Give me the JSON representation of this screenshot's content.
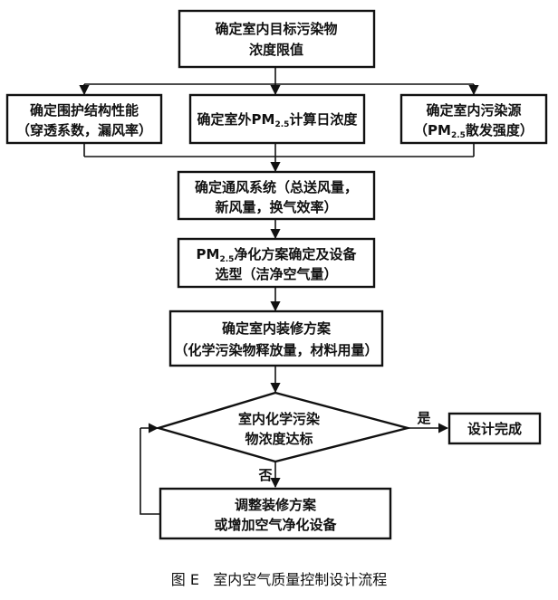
{
  "nodes": {
    "target_limit": {
      "lines": [
        "确定室内目标污染物",
        "浓度限值"
      ]
    },
    "envelope": {
      "lines": [
        "确定围护结构性能",
        "（穿透系数，漏风率）"
      ]
    },
    "outdoor_pm": {
      "prefix": "确定室外PM",
      "sub": "2.5",
      "suffix": "计算日浓度"
    },
    "indoor_source": {
      "line1": "确定室内污染源",
      "line2_prefix": "（PM",
      "line2_sub": "2.5",
      "line2_suffix": "散发强度）"
    },
    "ventilation": {
      "lines": [
        "确定通风系统（总送风量，",
        "新风量，换气效率）"
      ]
    },
    "purification": {
      "line1_prefix": "PM",
      "line1_sub": "2.5",
      "line1_suffix": "净化方案确定及设备",
      "line2": "选型（洁净空气量）"
    },
    "decoration": {
      "lines": [
        "确定室内装修方案",
        "（化学污染物释放量，材料用量）"
      ]
    },
    "decision": {
      "lines": [
        "室内化学污染",
        "物浓度达标"
      ]
    },
    "done": {
      "label": "设计完成"
    },
    "adjust": {
      "lines": [
        "调整装修方案",
        "或增加空气净化设备"
      ]
    }
  },
  "edges": {
    "yes_label": "是",
    "no_label": "否"
  },
  "caption": "图 E   室内空气质量控制设计流程"
}
